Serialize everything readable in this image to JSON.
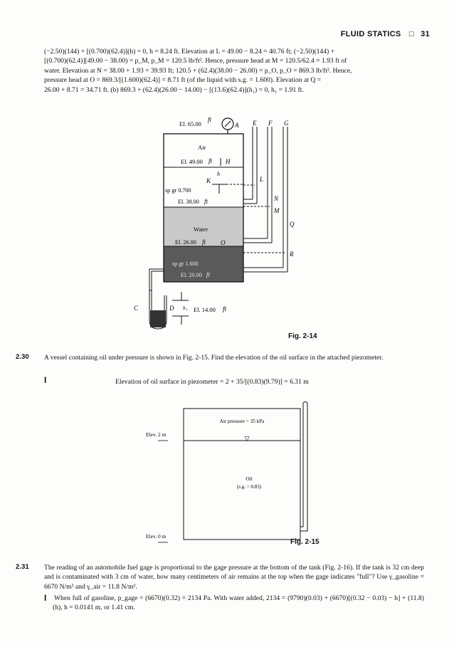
{
  "header": {
    "section": "FLUID STATICS",
    "icon": "□",
    "page_number": "31"
  },
  "solution_2_29": {
    "lines": [
      "(−2.50)(144) + [(0.700)(62.4)](h) = 0, h = 8.24 ft. Elevation at L = 49.00 − 8.24 = 40.76 ft; (−2.50)(144) +",
      "[(0.700)(62.4)][49.00 − 38.00) = p_M, p_M = 120.5 lb/ft². Hence, pressure head at M = 120.5/62.4 = 1.93 ft of",
      "water. Elevation at N = 38.00 + 1.93 = 39.93 ft; 120.5 + (62.4)(38.00 − 26.00) = p_O, p_O = 869.3 lb/ft². Hence,",
      "pressure head at O = 869.3/[(1.600)(62.4)] = 8.71 ft (of the liquid with s.g. = 1.600). Elevation at Q =",
      "26.00 + 8.71 = 34.71 ft. (b) 869.3 + (62.4)(26.00 − 14.00) − [(13.6)(62.4)](h₁) = 0, h₁ = 1.91 ft."
    ]
  },
  "figure_2_14": {
    "caption": "Fig. 2-14",
    "labels": {
      "el_top": "El. 65.00",
      "el_top_unit": "ft",
      "A": "A",
      "E": "E",
      "F": "F",
      "G": "G",
      "air": "Air",
      "el_49": "El. 49.00",
      "el_49_unit": "ft",
      "H": "H",
      "h": "h",
      "K": "K",
      "L": "L",
      "N": "N",
      "M": "M",
      "Q": "Q",
      "R": "R",
      "O": "O",
      "sp_gr_07": "sp gr 0.700",
      "el_38": "El. 38.00",
      "el_38_unit": "ft",
      "water": "Water",
      "el_26": "El. 26.00",
      "el_26_unit": "ft",
      "sp_gr_16": "sp gr 1.600",
      "el_20": "El. 20.00",
      "el_20_unit": "ft",
      "C": "C",
      "D": "D",
      "h1": "h₁",
      "el_14": "El. 14.00",
      "el_14_unit": "ft"
    }
  },
  "problem_2_30": {
    "number": "2.30",
    "text": "A vessel containing oil under pressure is shown in Fig. 2-15. Find the elevation of the oil surface in the attached piezometer.",
    "answer_mark": "I",
    "answer": "Elevation of oil surface in piezometer = 2 + 35/[(0.83)(9.79)] = 6.31 m"
  },
  "figure_2_15": {
    "caption": "Fig. 2-15",
    "air_pressure": "Air pressure = 35 kPa",
    "elev_2": "Elev. 2 m",
    "elev_0": "Elev. 0 m",
    "surface_symbol": "▽",
    "oil": "Oil",
    "oil_sg": "(s.g. = 0.83)"
  },
  "problem_2_31": {
    "number": "2.31",
    "text": "The reading of an automobile fuel gage is proportional to the gage pressure at the bottom of the tank (Fig. 2-16). If the tank is 32 cm deep and is contaminated with 3 cm of water, how many centimeters of air remains at the top when the gage indicates \"full\"? Use γ_gasoline = 6670 N/m³ and γ_air = 11.8 N/m³.",
    "answer_mark": "I",
    "answer": "When full of gasoline, p_gage = (6670)(0.32) = 2134 Pa. With water added, 2134 = (9790)(0.03) + (6670)[(0.32 − 0.03) − h] + (11.8)(h), h = 0.0141 m, or 1.41 cm."
  }
}
